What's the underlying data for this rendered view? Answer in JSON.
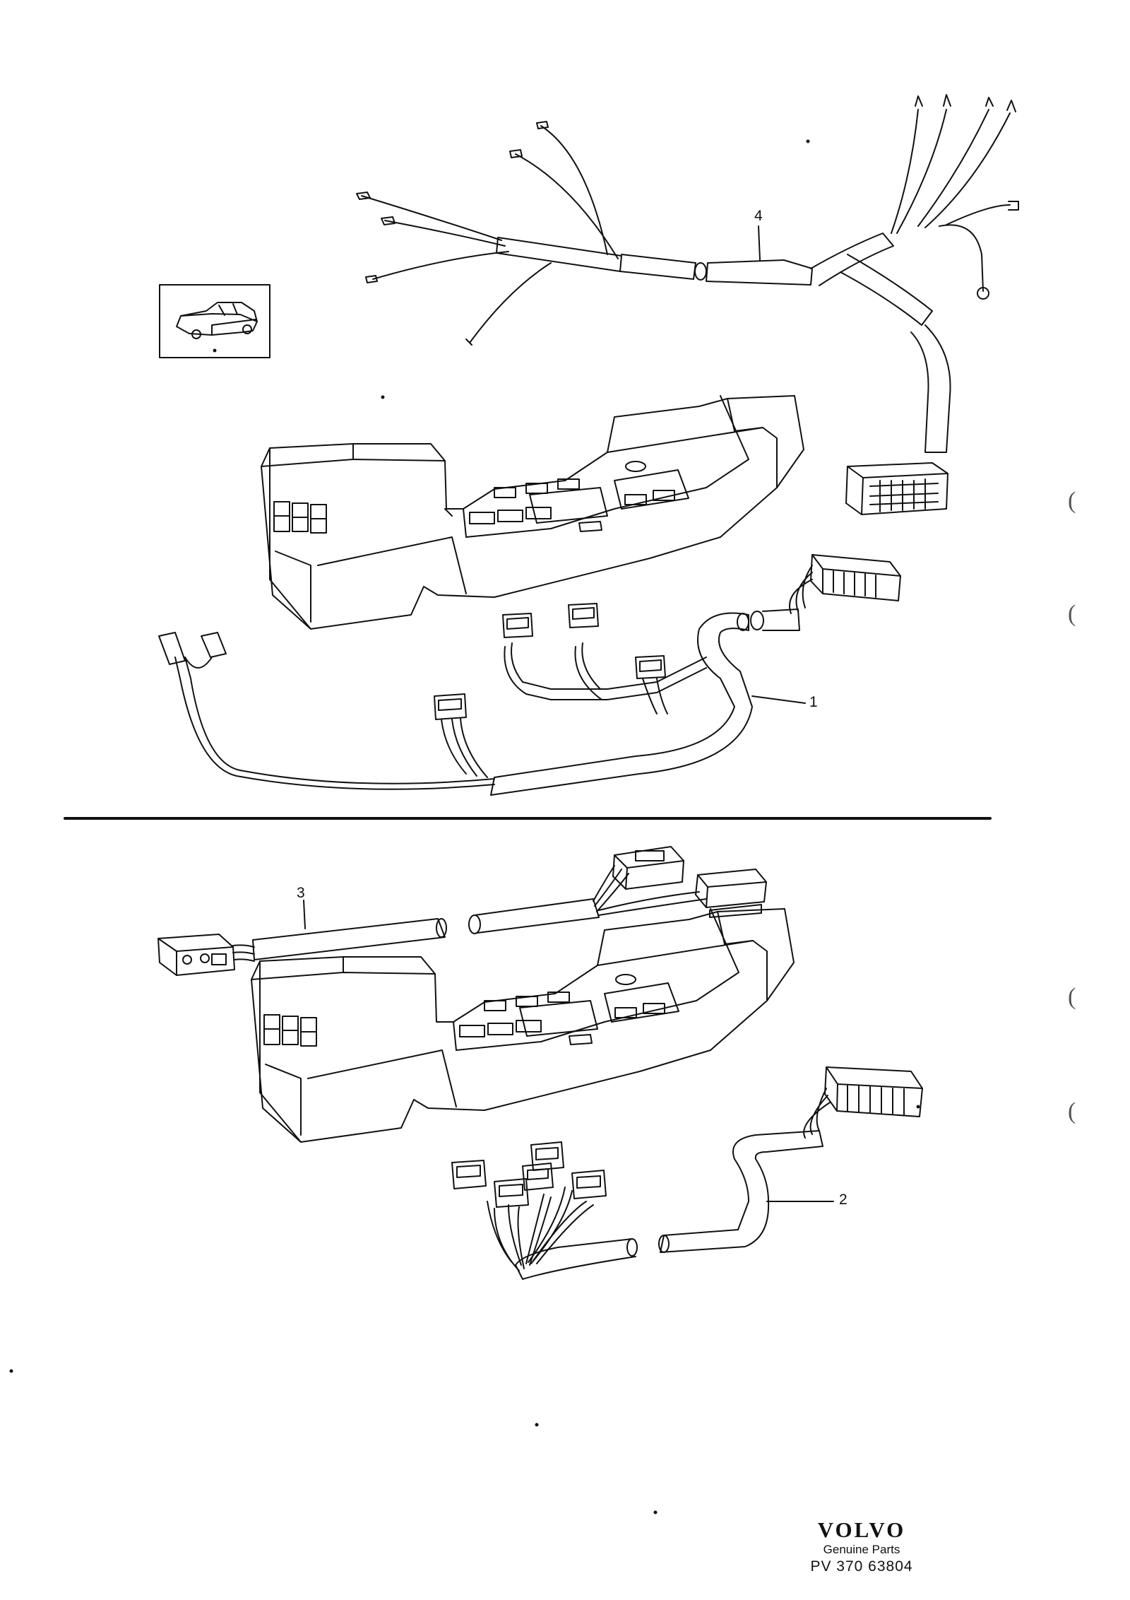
{
  "callouts": {
    "part1": "1",
    "part2": "2",
    "part3": "3",
    "part4": "4"
  },
  "footer": {
    "logo": "VOLVO",
    "subtitle": "Genuine Parts",
    "code": "PV 370 63804"
  },
  "margin_marks": [
    "(",
    "(",
    "(",
    "("
  ],
  "colors": {
    "line": "#111111",
    "background": "#ffffff"
  }
}
